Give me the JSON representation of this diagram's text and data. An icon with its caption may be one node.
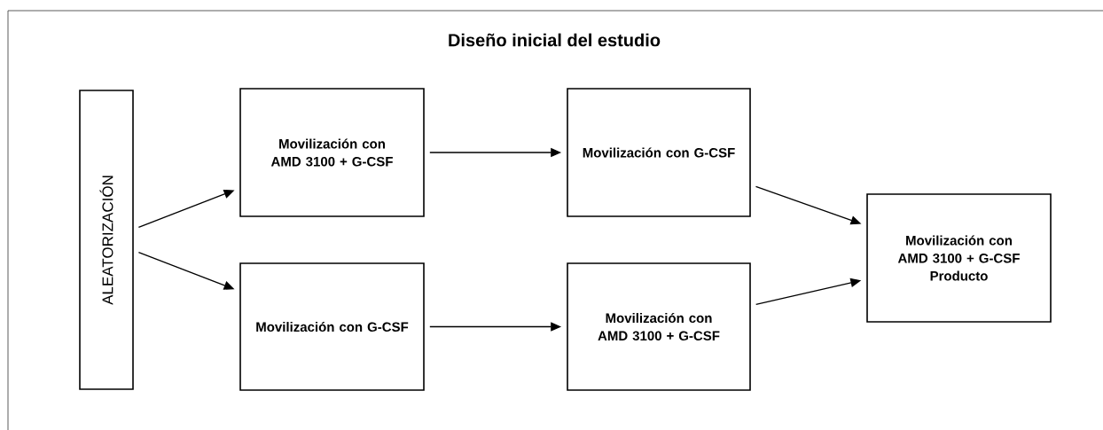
{
  "diagram": {
    "title": "Diseño inicial del estudio",
    "nodes": [
      {
        "text": [
          "ALEATORIZACIÓN"
        ]
      },
      {
        "text": [
          "Movilización con AMD 3100 + G-CSF"
        ]
      },
      {
        "text": [
          "Movilización con G-CSF"
        ]
      },
      {
        "text": [
          "Movilización con G-CSF"
        ]
      },
      {
        "text": [
          "Movilización con AMD 3100 + G-CSF"
        ]
      },
      {
        "text": [
          "Movilización con AMD 3100 + G-CSF",
          "Producto"
        ]
      }
    ],
    "edges": [
      {
        "from": 0,
        "to": 1,
        "arrow": "to"
      },
      {
        "from": 0,
        "to": 2,
        "arrow": "to"
      },
      {
        "from": 1,
        "to": 3,
        "arrow": "to"
      },
      {
        "from": 2,
        "to": 4,
        "arrow": "to"
      },
      {
        "from": 3,
        "to": 5,
        "arrow": "to"
      },
      {
        "from": 4,
        "to": 5,
        "arrow": "to"
      }
    ]
  }
}
